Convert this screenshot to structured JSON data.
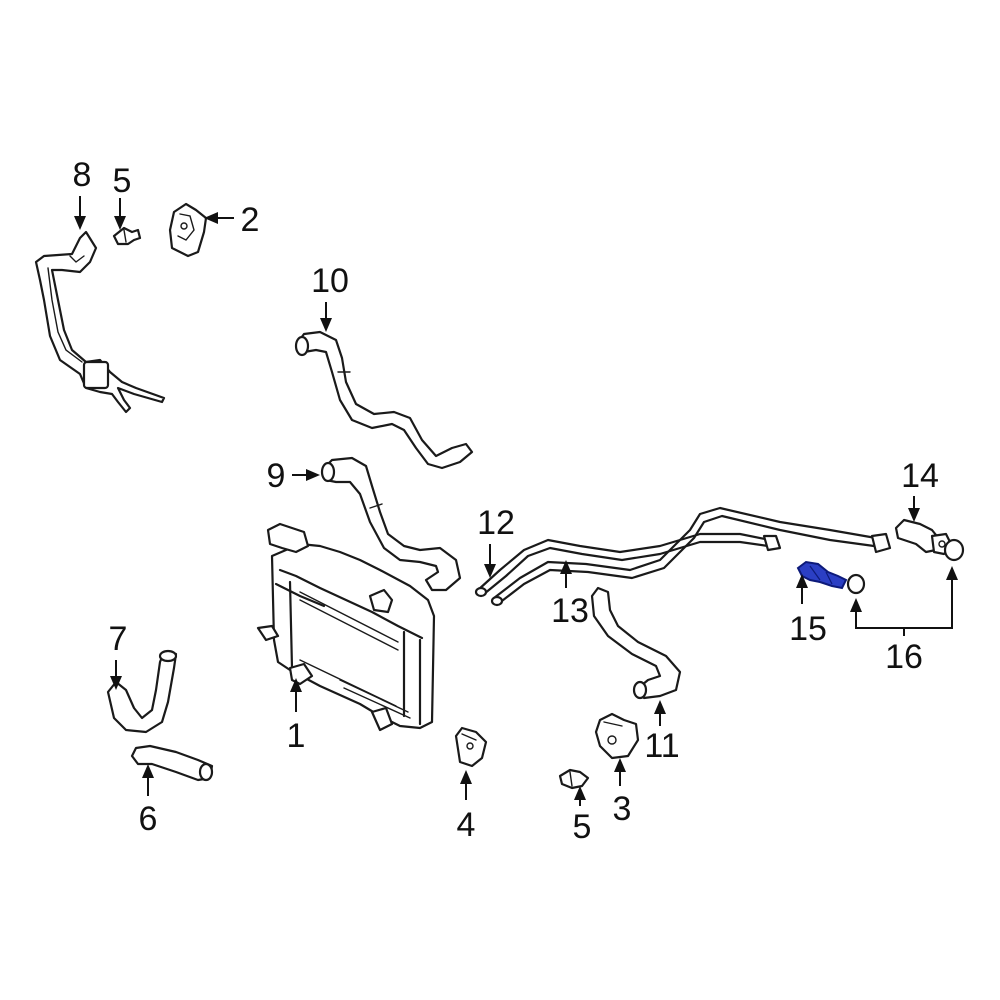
{
  "callouts": {
    "c1": "1",
    "c2": "2",
    "c3": "3",
    "c4": "4",
    "c5a": "5",
    "c5b": "5",
    "c6": "6",
    "c7": "7",
    "c8": "8",
    "c9": "9",
    "c10": "10",
    "c11": "11",
    "c12": "12",
    "c13": "13",
    "c14": "14",
    "c15": "15",
    "c16": "16"
  },
  "colors": {
    "highlight": "#2b3fc4",
    "line": "#1a1a1a"
  }
}
